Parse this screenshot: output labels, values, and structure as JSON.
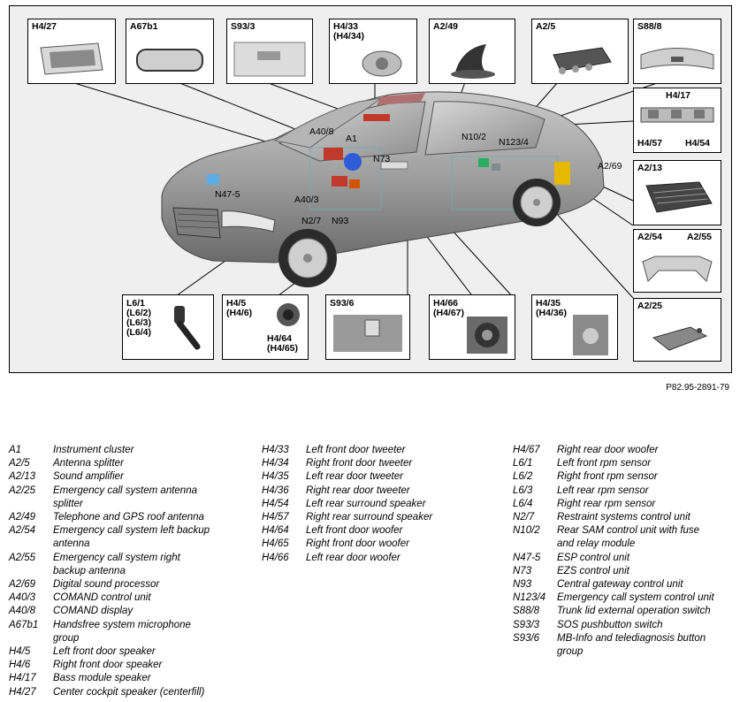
{
  "figure_ref": "P82.95-2891-79",
  "callouts": {
    "h4_27": "H4/27",
    "a67b1": "A67b1",
    "s93_3": "S93/3",
    "h4_33": "H4/33\n(H4/34)",
    "a2_49": "A2/49",
    "a2_5": "A2/5",
    "s88_8": "S88/8",
    "h4_17": "H4/17",
    "h4_57": "H4/57",
    "h4_54": "H4/54",
    "a2_13": "A2/13",
    "a2_54": "A2/54",
    "a2_55": "A2/55",
    "a2_25": "A2/25",
    "l6_1": "L6/1\n(L6/2)\n(L6/3)\n(L6/4)",
    "h4_5": "H4/5\n(H4/6)",
    "h4_64": "H4/64\n(H4/65)",
    "s93_6": "S93/6",
    "h4_66": "H4/66\n(H4/67)",
    "h4_35": "H4/35\n(H4/36)"
  },
  "car_labels": {
    "a40_8": "A40/8",
    "a1": "A1",
    "n73": "N73",
    "n10_2": "N10/2",
    "n123_4": "N123/4",
    "a2_69": "A2/69",
    "n47_5": "N47-5",
    "a40_3": "A40/3",
    "n2_7": "N2/7",
    "n93": "N93"
  },
  "legend": {
    "col1": [
      {
        "code": "A1",
        "desc": "Instrument cluster"
      },
      {
        "code": "A2/5",
        "desc": "Antenna splitter"
      },
      {
        "code": "A2/13",
        "desc": "Sound amplifier"
      },
      {
        "code": "A2/25",
        "desc": "Emergency call system antenna\nsplitter"
      },
      {
        "code": "A2/49",
        "desc": "Telephone and GPS roof antenna"
      },
      {
        "code": "A2/54",
        "desc": "Emergency call system left backup\nantenna"
      },
      {
        "code": "A2/55",
        "desc": "Emergency call system right\nbackup antenna"
      },
      {
        "code": "A2/69",
        "desc": "Digital sound processor"
      },
      {
        "code": "A40/3",
        "desc": "COMAND control unit"
      },
      {
        "code": "A40/8",
        "desc": "COMAND display"
      },
      {
        "code": "A67b1",
        "desc": "Handsfree system microphone\ngroup"
      },
      {
        "code": "H4/5",
        "desc": "Left front door speaker"
      },
      {
        "code": "H4/6",
        "desc": "Right front door speaker"
      },
      {
        "code": "H4/17",
        "desc": "Bass module speaker"
      },
      {
        "code": "H4/27",
        "desc": "Center cockpit speaker (centerfill)"
      }
    ],
    "col2": [
      {
        "code": "H4/33",
        "desc": "Left front door tweeter"
      },
      {
        "code": "H4/34",
        "desc": "Right front door tweeter"
      },
      {
        "code": "H4/35",
        "desc": "Left rear door tweeter"
      },
      {
        "code": "H4/36",
        "desc": "Right rear door tweeter"
      },
      {
        "code": "H4/54",
        "desc": "Left rear surround speaker"
      },
      {
        "code": "H4/57",
        "desc": "Right rear surround speaker"
      },
      {
        "code": "H4/64",
        "desc": "Left front door woofer"
      },
      {
        "code": "H4/65",
        "desc": "Right front door woofer"
      },
      {
        "code": "H4/66",
        "desc": "Left rear door woofer"
      }
    ],
    "col3": [
      {
        "code": "H4/67",
        "desc": "Right rear door woofer"
      },
      {
        "code": "L6/1",
        "desc": "Left front rpm sensor"
      },
      {
        "code": "L6/2",
        "desc": "Right front rpm sensor"
      },
      {
        "code": "L6/3",
        "desc": "Left rear rpm sensor"
      },
      {
        "code": "L6/4",
        "desc": "Right rear rpm sensor"
      },
      {
        "code": "N2/7",
        "desc": "Restraint systems control unit"
      },
      {
        "code": "N10/2",
        "desc": "Rear SAM control unit with fuse\nand relay module"
      },
      {
        "code": "N47-5",
        "desc": "ESP control unit"
      },
      {
        "code": "N73",
        "desc": "EZS control unit"
      },
      {
        "code": "N93",
        "desc": "Central gateway control unit"
      },
      {
        "code": "N123/4",
        "desc": "Emergency call system control unit"
      },
      {
        "code": "S88/8",
        "desc": "Trunk lid external operation switch"
      },
      {
        "code": "S93/3",
        "desc": "SOS pushbutton switch"
      },
      {
        "code": "S93/6",
        "desc": "MB-Info and telediagnosis button\ngroup"
      }
    ]
  }
}
